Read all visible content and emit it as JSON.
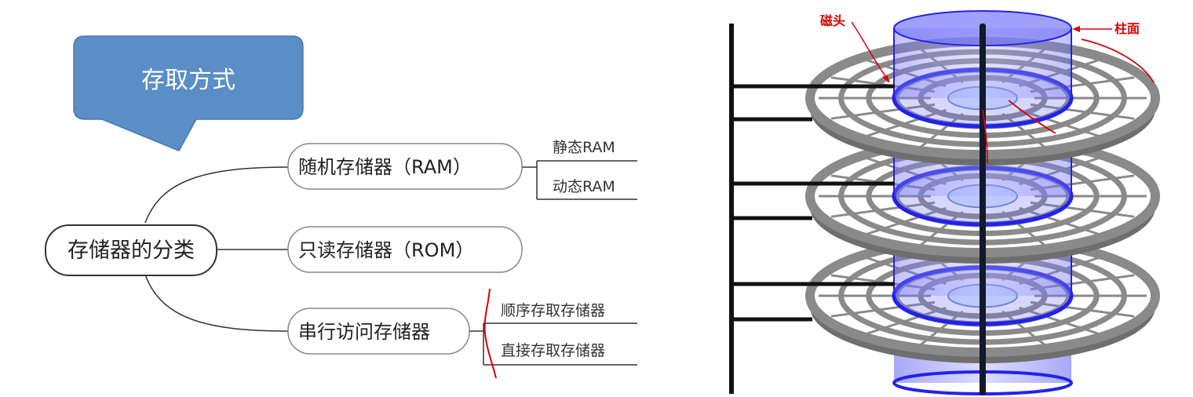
{
  "callout": {
    "label": "存取方式",
    "color": "#5b8ec6"
  },
  "mindmap": {
    "root": "存储器的分类",
    "branches": [
      {
        "label": "随机存储器（RAM）",
        "children": [
          "静态RAM",
          "动态RAM"
        ]
      },
      {
        "label": "只读存储器（ROM）",
        "children": []
      },
      {
        "label": "串行访问存储器",
        "children": [
          "顺序存取存储器",
          "直接存取存储器"
        ]
      }
    ]
  },
  "disk": {
    "head_label": "磁头",
    "cylinder_label": "柱面",
    "annotation_color": "#dd0000",
    "cylinder_color": "#2222ee",
    "platter_color": "#8a8a8a"
  }
}
